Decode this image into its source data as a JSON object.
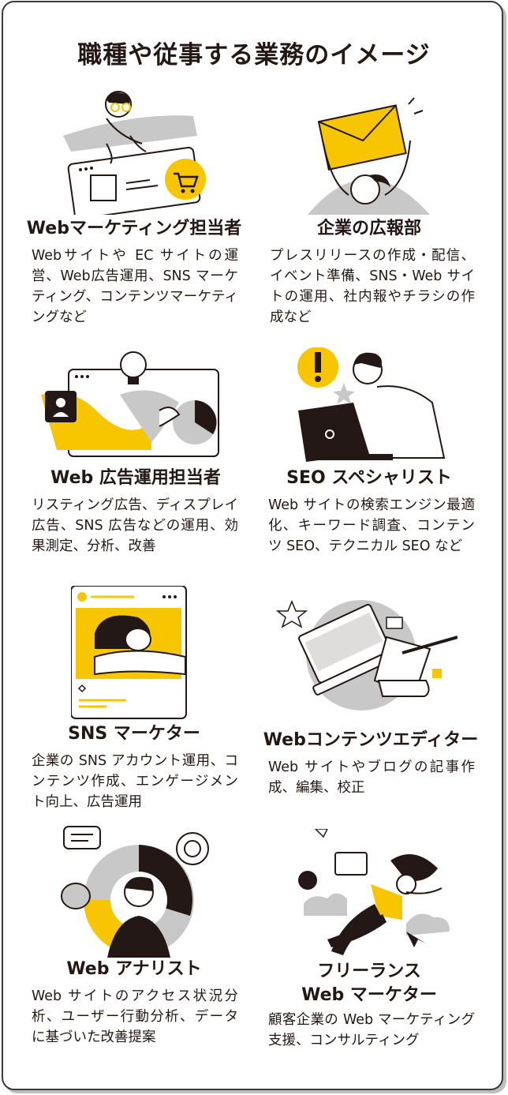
{
  "title": "職種や従事する業務のイメージ",
  "colors": {
    "accent": "#f7c600",
    "gray": "#c8c8c8",
    "ink": "#231815"
  },
  "roles": [
    {
      "title": "Webマーケティング担当者",
      "description": "Webサイトや EC サイトの運営、Web広告運用、SNS マーケティング、コンテンツマーケティングなど",
      "icon": "marketer-with-browser-and-cart"
    },
    {
      "title": "企業の広報部",
      "description": "プレスリリースの作成・配信、イベント準備、SNS・Web サイトの運用、社内報やチラシの作成など",
      "icon": "person-holding-envelope"
    },
    {
      "title": "Web 広告運用担当者",
      "description": "リスティング広告、ディスプレイ広告、SNS 広告などの運用、効果測定、分析、改善",
      "icon": "ad-dashboard-with-lightbulb"
    },
    {
      "title": "SEO スペシャリスト",
      "description": "Web サイトの検索エンジン最適化、キーワード調査、コンテンツ SEO、テクニカル SEO など",
      "icon": "person-at-laptop-with-alert"
    },
    {
      "title": "SNS マーケター",
      "description": "企業の SNS アカウント運用、コンテンツ作成、エンゲージメント向上、広告運用",
      "icon": "person-in-social-post"
    },
    {
      "title": "Webコンテンツエディター",
      "description": "Web サイトやブログの記事作成、編集、校正",
      "icon": "laptop-with-document-and-pen"
    },
    {
      "title": "Web アナリスト",
      "description": "Web サイトのアクセス状況分析、ユーザー行動分析、データに基づいた改善提案",
      "icon": "analyst-with-donut-chart"
    },
    {
      "title": "フリーランス\nWeb マーケター",
      "title_line1": "フリーランス",
      "title_line2": "Web マーケター",
      "description": "顧客企業の Web マーケティング支援、コンサルティング",
      "icon": "floating-person-with-laptop"
    }
  ]
}
